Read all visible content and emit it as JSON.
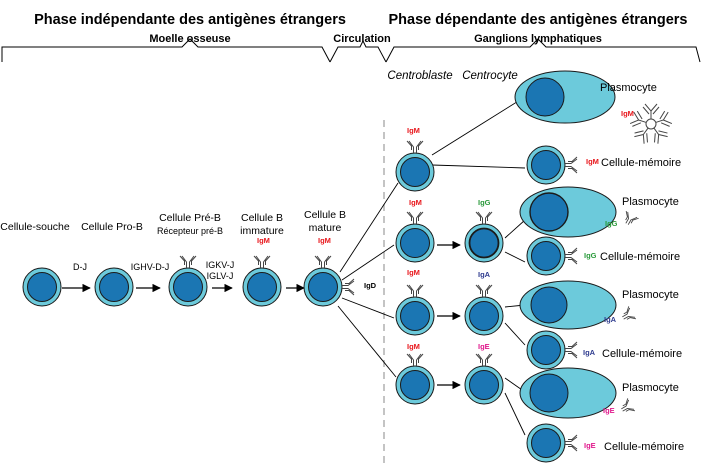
{
  "header": {
    "phase_independent": "Phase indépendante des antigènes étrangers",
    "bone_marrow": "Moelle osseuse",
    "circulation": "Circulation",
    "phase_dependent": "Phase dépendante des antigènes étrangers",
    "lymph_nodes": "Ganglions lymphatiques"
  },
  "columns": {
    "centroblast": "Centroblaste",
    "centrocyte": "Centrocyte"
  },
  "stages": {
    "stem_cell": "Cellule-souche",
    "pro_b": "Cellule Pro-B",
    "pre_b": "Cellule Pré-B",
    "pre_b_receptor": "Récepteur pré-B",
    "immature_line1": "Cellule B",
    "immature_line2": "immature",
    "mature_line1": "Cellule B",
    "mature_line2": "mature"
  },
  "rearrangements": {
    "dj": "D-J",
    "ighv": "IGHV-D-J",
    "igkv": "IGKV-J",
    "iglv": "IGLV-J"
  },
  "outcomes": {
    "plasma_cell": "Plasmocyte",
    "memory_cell": "Cellule-mémoire"
  },
  "isotypes": {
    "igm": "IgM",
    "igd": "IgD",
    "igg": "IgG",
    "iga": "IgA",
    "ige": "IgE"
  },
  "colors": {
    "cell_outer": "#6ccadb",
    "cell_nucleus": "#1b76b3",
    "outline": "#1a1a1a",
    "igm": "#e8161b",
    "igg": "#2a9a3b",
    "iga": "#2f3c8f",
    "ige": "#e0198c",
    "igd": "#000000",
    "divider": "#aaaaaa"
  }
}
